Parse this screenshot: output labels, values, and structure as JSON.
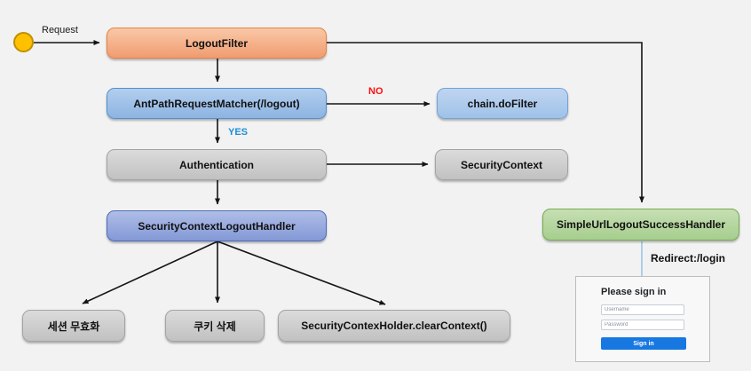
{
  "canvas": {
    "background": "#F2F2F2"
  },
  "flow": {
    "request_label": "Request",
    "nodes": {
      "logout_filter": {
        "label": "LogoutFilter",
        "fill": "#F4A97E",
        "border": "#E8823F"
      },
      "ant_path_matcher": {
        "label": "AntPathRequestMatcher(/logout)",
        "fill": "#9DBFE8",
        "border": "#5390CE"
      },
      "chain_do_filter": {
        "label": "chain.doFilter",
        "fill": "#AECAEC",
        "border": "#74A3D8"
      },
      "authentication": {
        "label": "Authentication",
        "fill": "#CCCCCC",
        "border": "#A3A3A3"
      },
      "security_context": {
        "label": "SecurityContext",
        "fill": "#CCCCCC",
        "border": "#A3A3A3"
      },
      "security_context_logout_handler": {
        "label": "SecurityContextLogoutHandler",
        "fill": "#96A9DC",
        "border": "#4B6CB8"
      },
      "session_invalidation": {
        "label": "세션 무효화",
        "fill": "#CCCCCC",
        "border": "#A3A3A3"
      },
      "cookie_deletion": {
        "label": "쿠키 삭제",
        "fill": "#CCCCCC",
        "border": "#A3A3A3"
      },
      "clear_context": {
        "label": "SecurityContexHolder.clearContext()",
        "fill": "#CCCCCC",
        "border": "#A3A3A3"
      },
      "simple_url_logout_success_handler": {
        "label": "SimpleUrlLogoutSuccessHandler",
        "fill": "#B4D49C",
        "border": "#77AB52"
      }
    },
    "edges": {
      "no_label": "NO",
      "no_color": "#FF0F0F",
      "yes_label": "YES",
      "yes_color": "#1E8FD5",
      "redirect_label": "Redirect:/login",
      "redirect_line_color": "#9DC3E6",
      "arrow_color": "#141414"
    },
    "start_node_color": "#FFC000"
  },
  "login_form": {
    "title": "Please sign in",
    "username_placeholder": "Username",
    "password_placeholder": "Password",
    "sign_in_label": "Sign in",
    "button_color": "#1778E2"
  }
}
